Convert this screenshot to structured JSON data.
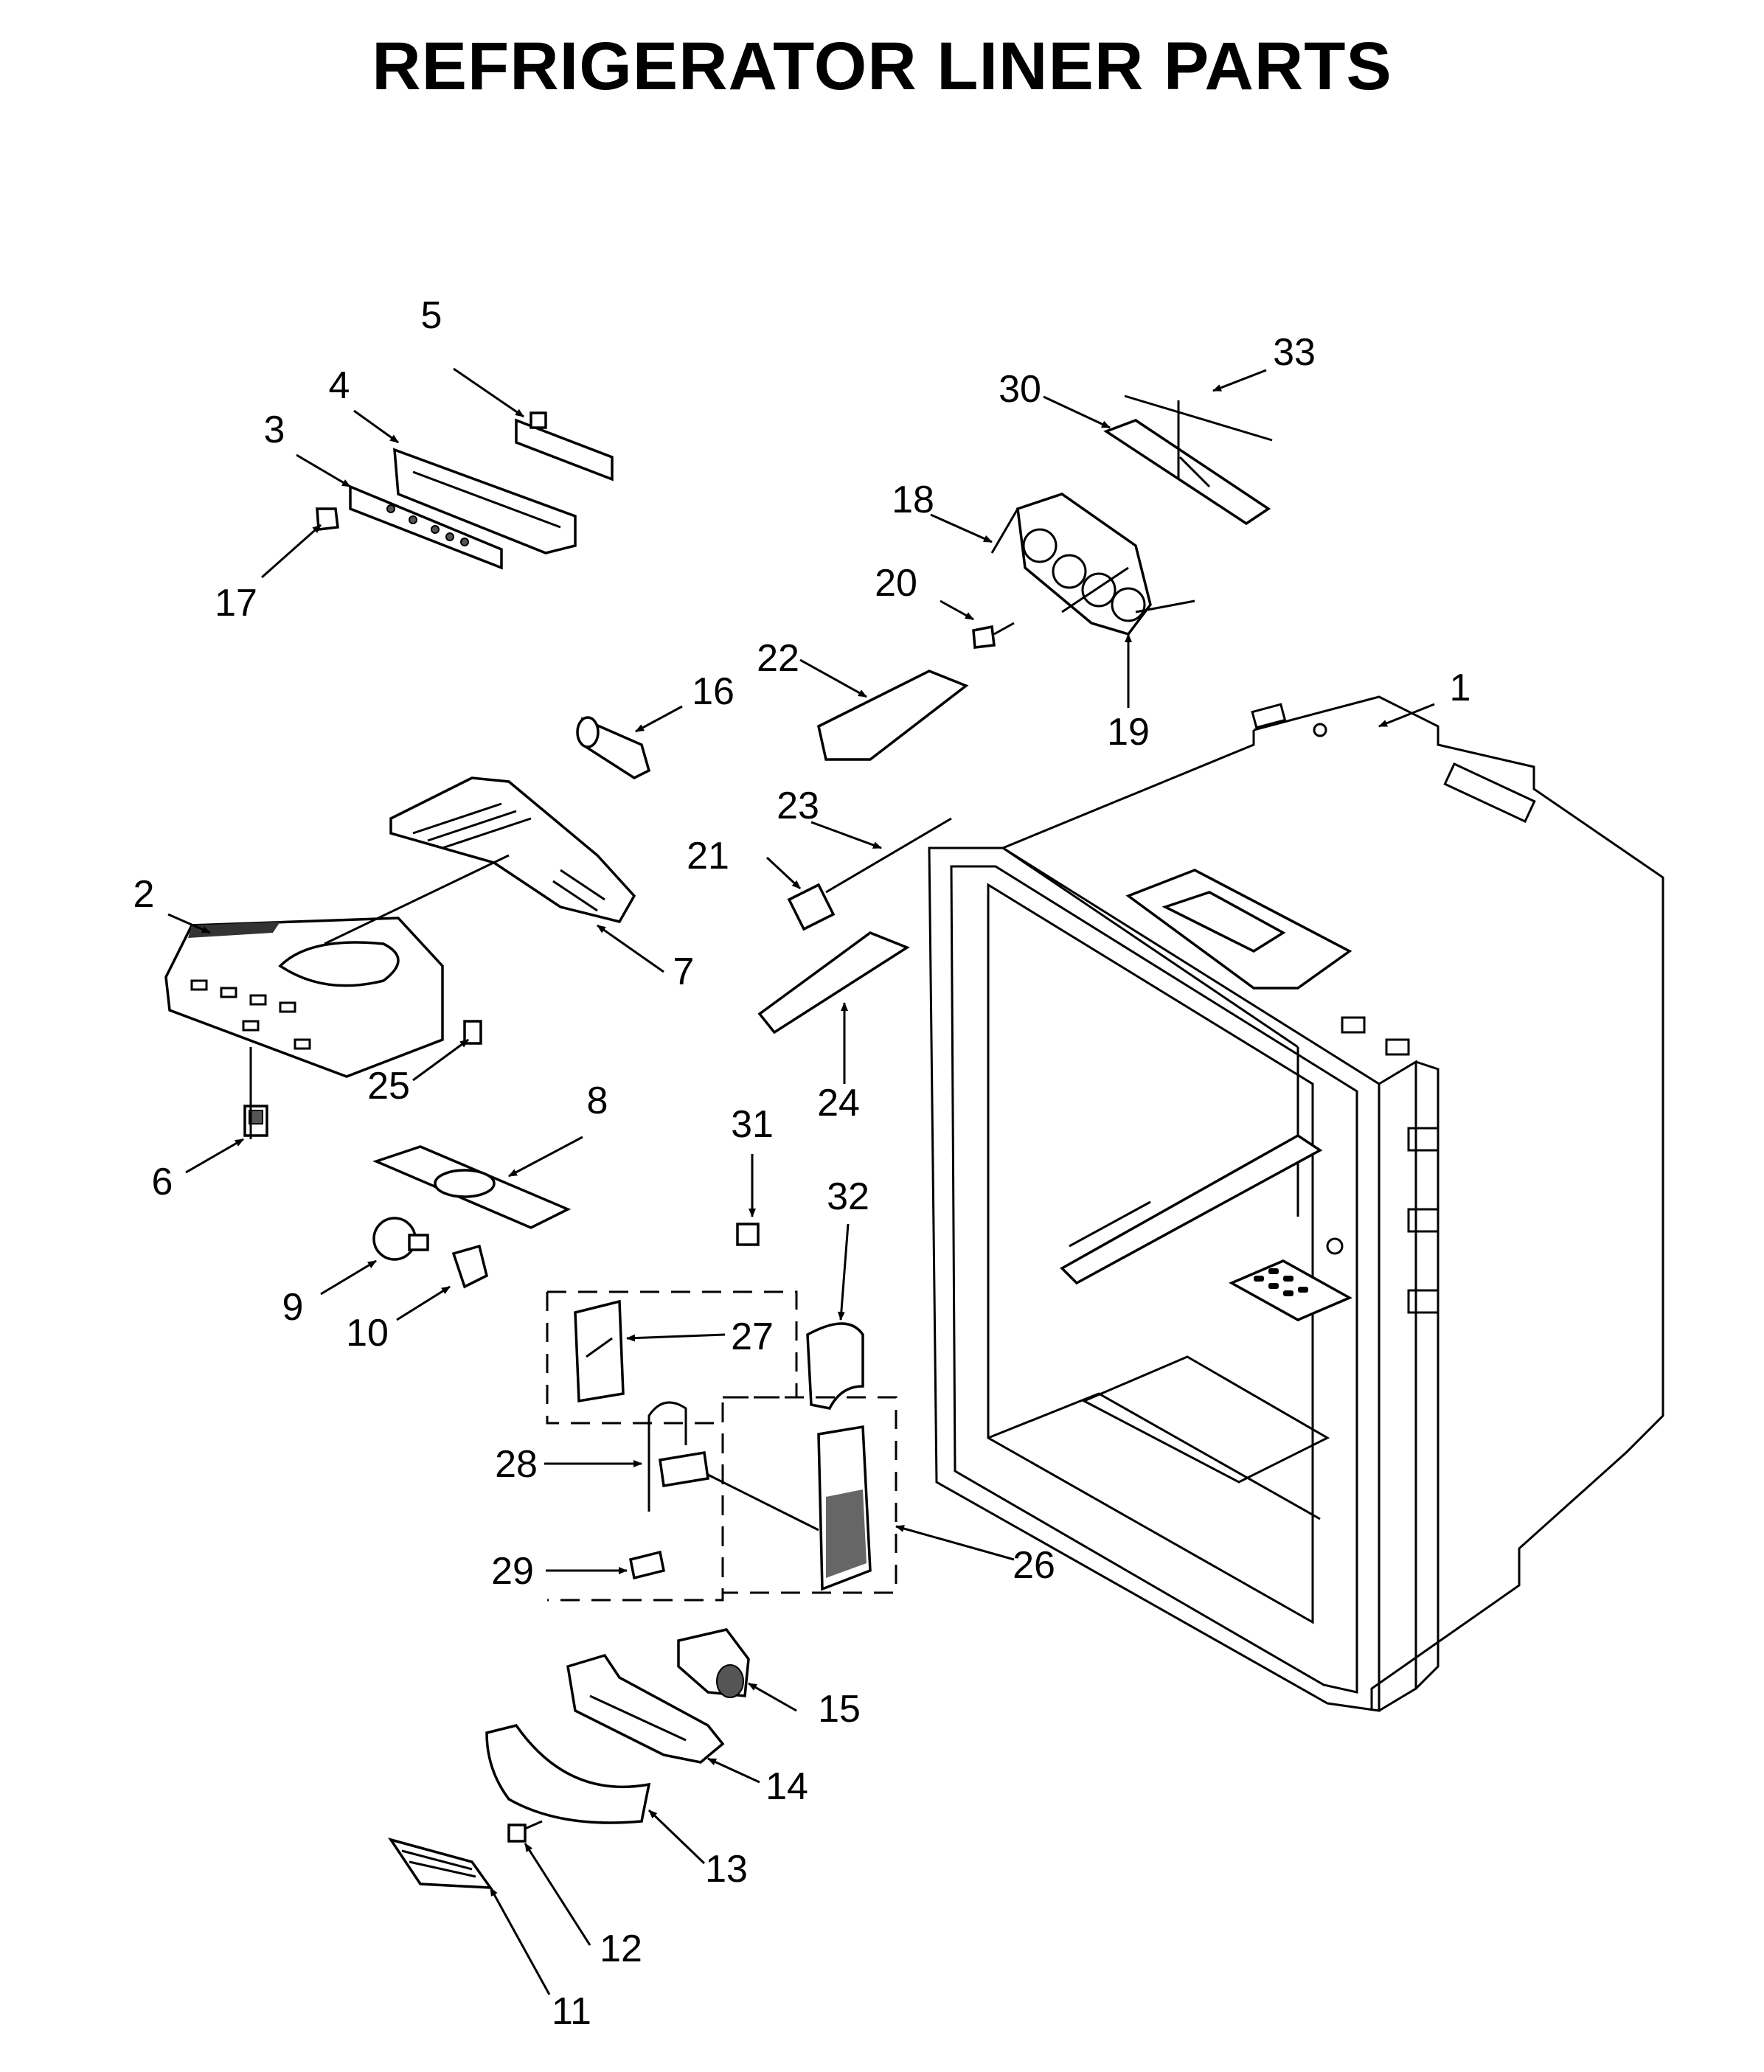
{
  "title": "REFRIGERATOR LINER PARTS",
  "callouts": [
    {
      "id": "c1",
      "label": "1"
    },
    {
      "id": "c2",
      "label": "2"
    },
    {
      "id": "c3",
      "label": "3"
    },
    {
      "id": "c4",
      "label": "4"
    },
    {
      "id": "c5",
      "label": "5"
    },
    {
      "id": "c6",
      "label": "6"
    },
    {
      "id": "c7",
      "label": "7"
    },
    {
      "id": "c8",
      "label": "8"
    },
    {
      "id": "c9",
      "label": "9"
    },
    {
      "id": "c10",
      "label": "10"
    },
    {
      "id": "c11",
      "label": "11"
    },
    {
      "id": "c12",
      "label": "12"
    },
    {
      "id": "c13",
      "label": "13"
    },
    {
      "id": "c14",
      "label": "14"
    },
    {
      "id": "c15",
      "label": "15"
    },
    {
      "id": "c16",
      "label": "16"
    },
    {
      "id": "c17",
      "label": "17"
    },
    {
      "id": "c18",
      "label": "18"
    },
    {
      "id": "c19",
      "label": "19"
    },
    {
      "id": "c20",
      "label": "20"
    },
    {
      "id": "c21",
      "label": "21"
    },
    {
      "id": "c22",
      "label": "22"
    },
    {
      "id": "c23",
      "label": "23"
    },
    {
      "id": "c24",
      "label": "24"
    },
    {
      "id": "c25",
      "label": "25"
    },
    {
      "id": "c26",
      "label": "26"
    },
    {
      "id": "c27",
      "label": "27"
    },
    {
      "id": "c28",
      "label": "28"
    },
    {
      "id": "c29",
      "label": "29"
    },
    {
      "id": "c30",
      "label": "30"
    },
    {
      "id": "c31",
      "label": "31"
    },
    {
      "id": "c32",
      "label": "32"
    },
    {
      "id": "c33",
      "label": "33"
    }
  ]
}
